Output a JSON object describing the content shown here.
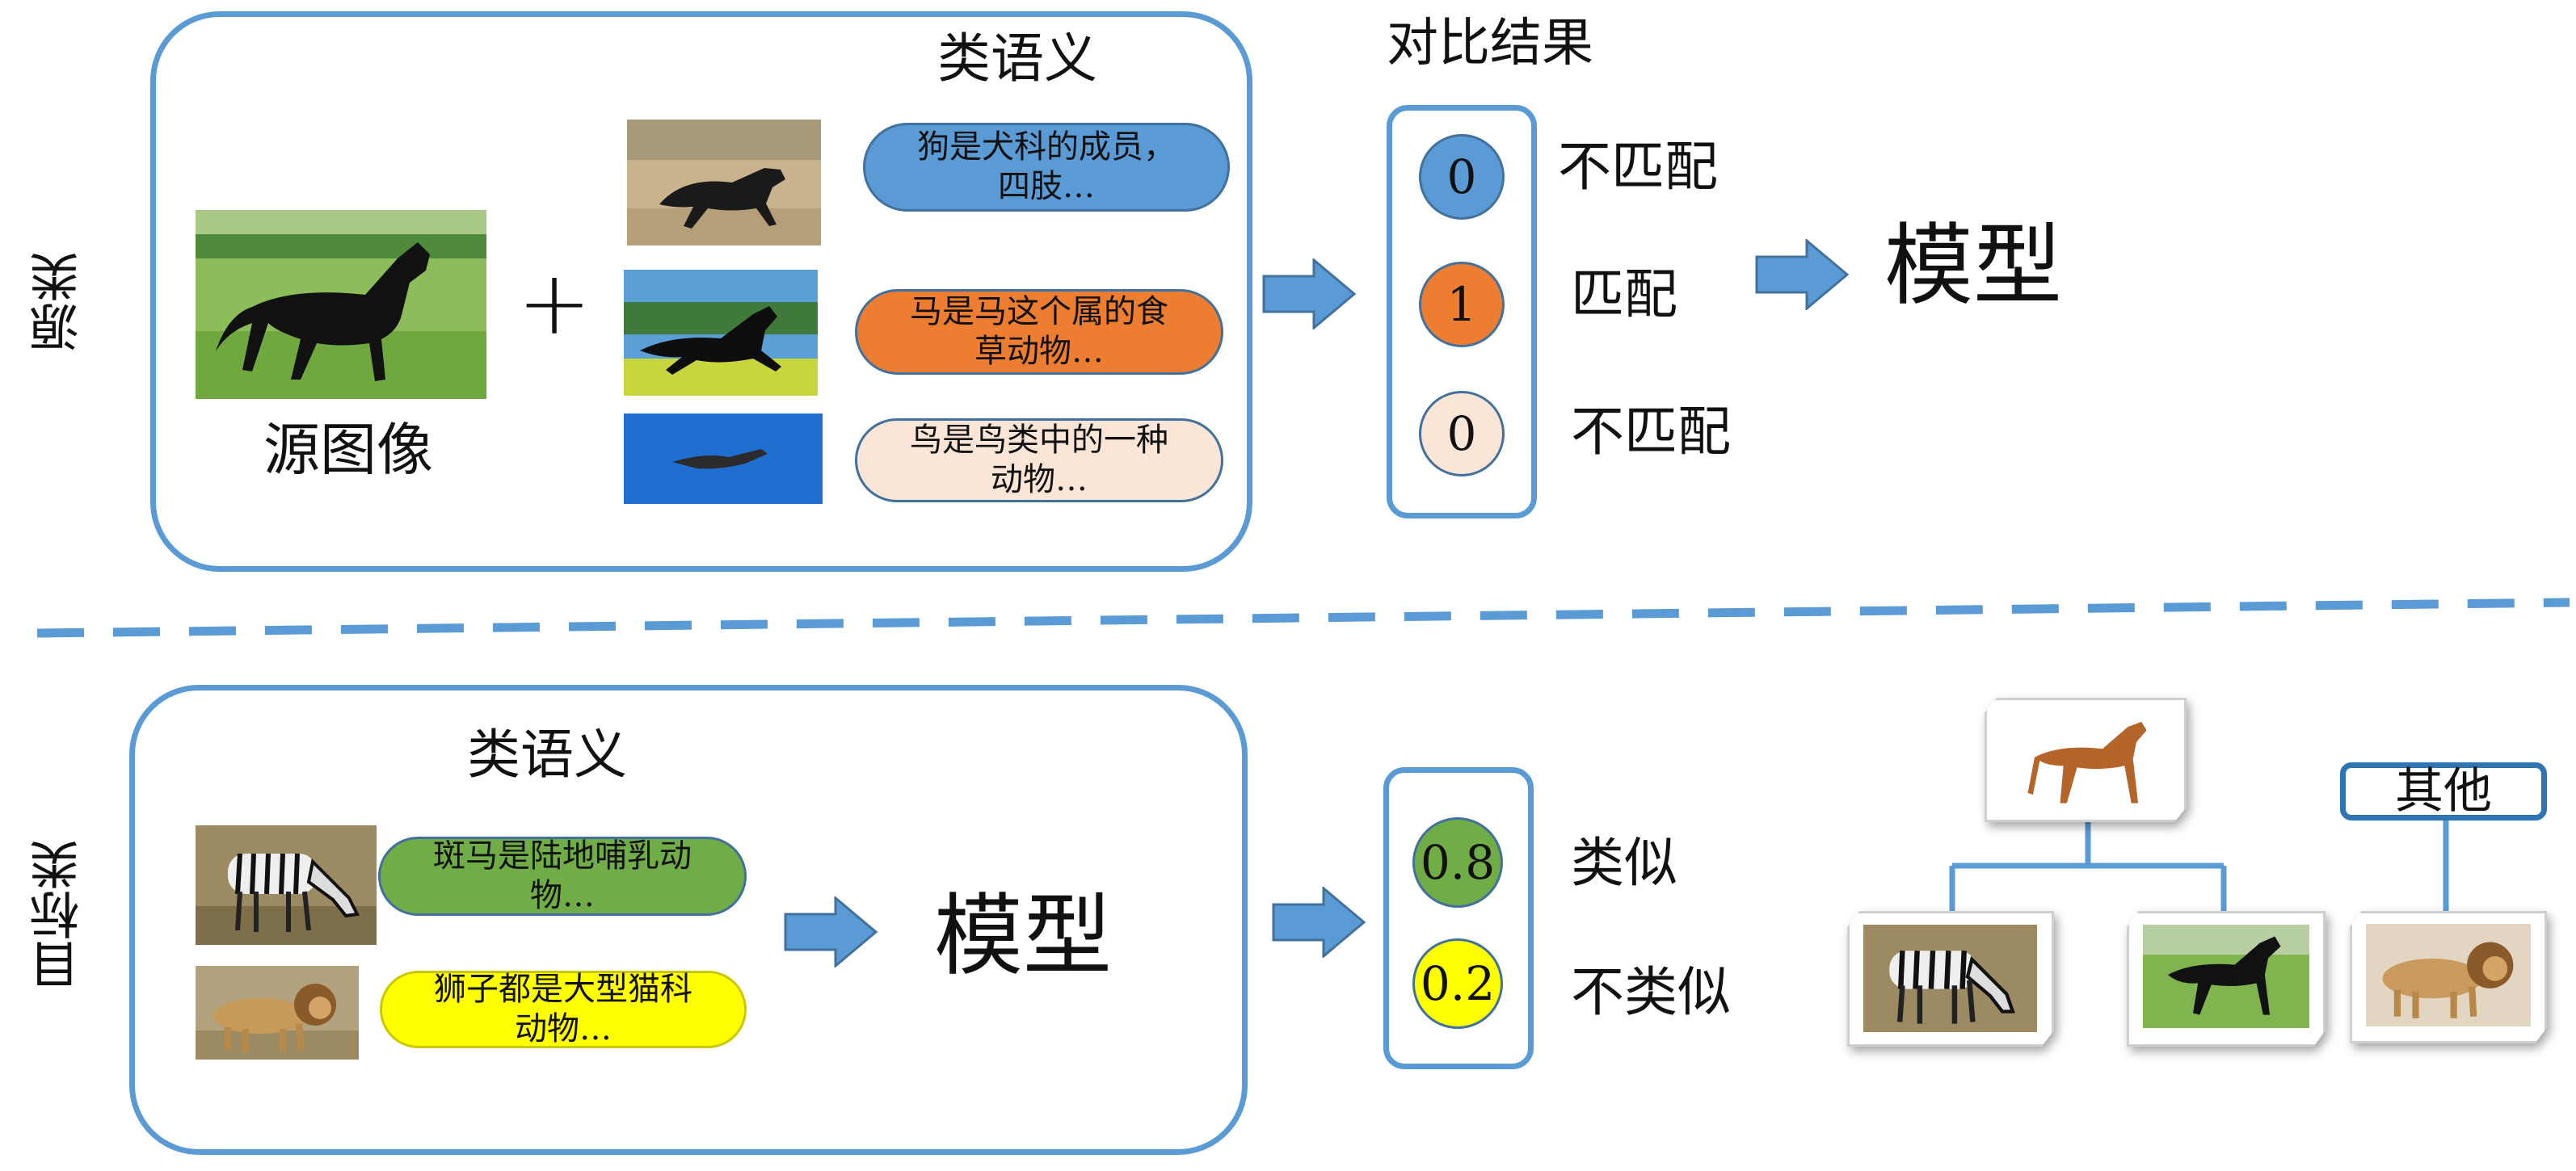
{
  "colors": {
    "accent": "#5b9bd5",
    "pill_blue": "#5b9bd5",
    "pill_orange": "#ed7d31",
    "pill_peach": "#fbe5d6",
    "pill_green": "#70ad47",
    "pill_yellow": "#ffff00",
    "circle_blue": "#5b9bd5",
    "circle_orange": "#ed7d31",
    "circle_peach": "#fbe5d6",
    "circle_green": "#70ad47",
    "circle_yellow": "#ffff00"
  },
  "source": {
    "side_label": "源类",
    "class_semantics_title": "类语义",
    "source_image_label": "源图像",
    "plus": "+",
    "descriptions": [
      "狗是犬科的成员，\n四肢…",
      "马是马这个属的食\n草动物…",
      "鸟是鸟类中的一种\n动物…"
    ],
    "results_title": "对比结果",
    "scores": [
      "0",
      "1",
      "0"
    ],
    "results": [
      "不匹配",
      "匹配",
      "不匹配"
    ],
    "model": "模型"
  },
  "target": {
    "side_label": "目标类",
    "class_semantics_title": "类语义",
    "descriptions": [
      "斑马是陆地哺乳动\n物…",
      "狮子都是大型猫科\n动物…"
    ],
    "model": "模型",
    "scores": [
      "0.8",
      "0.2"
    ],
    "results": [
      "类似",
      "不类似"
    ],
    "other_label": "其他"
  },
  "icons": [
    "right-arrow-icon"
  ]
}
